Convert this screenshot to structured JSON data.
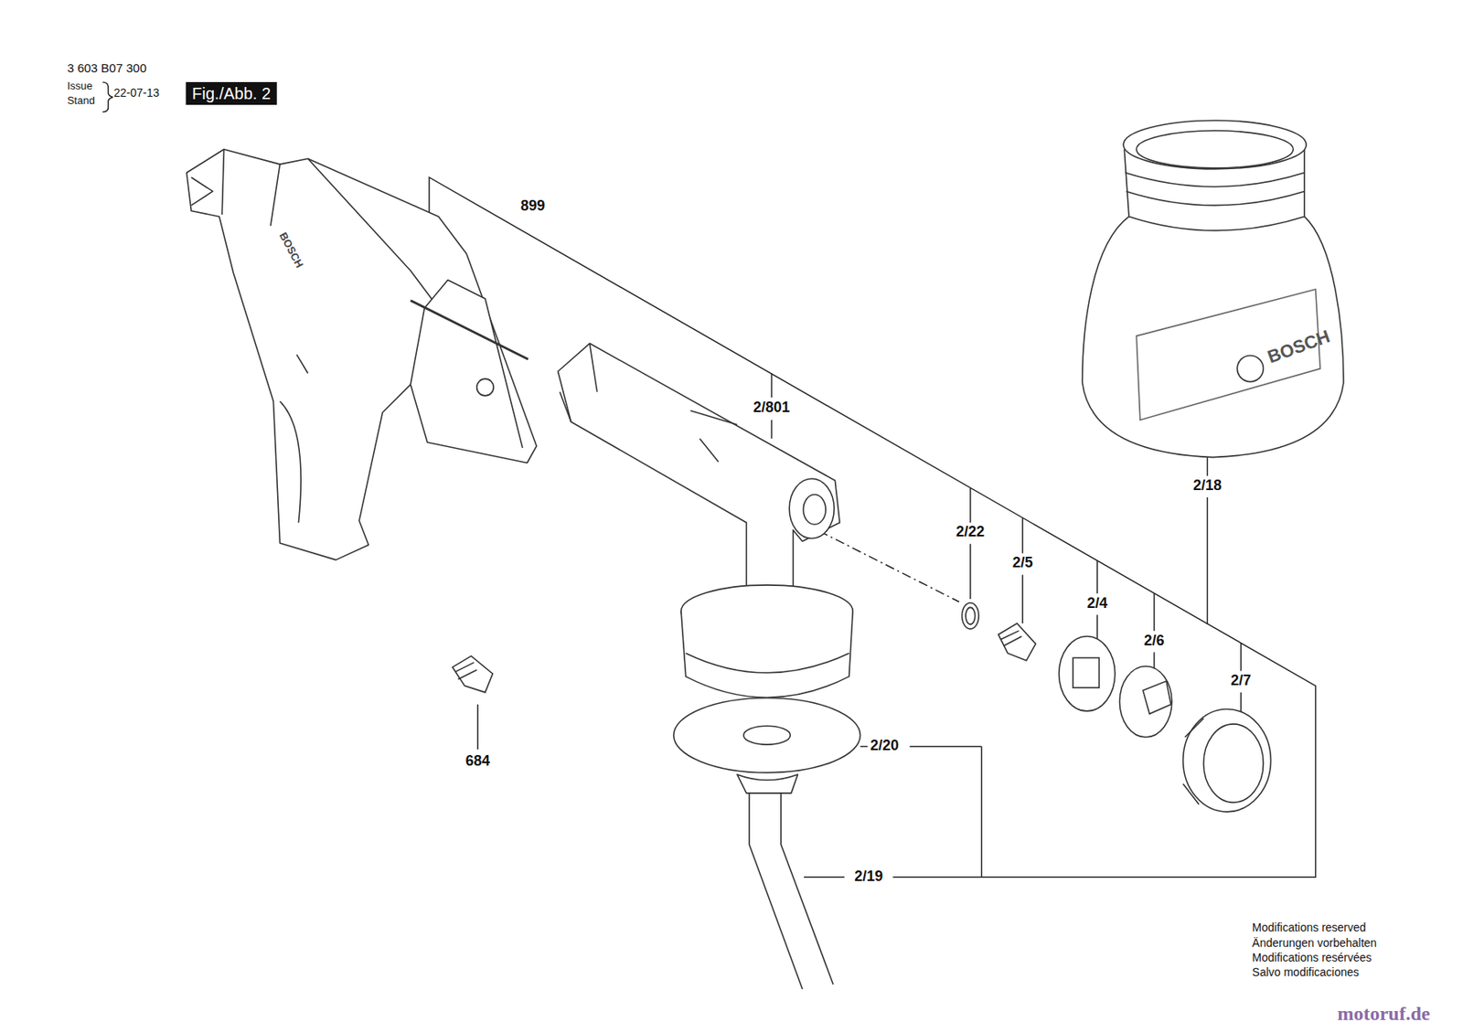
{
  "diagram": {
    "labels": [
      "3 603 B07 300",
      "Issue",
      "Stand",
      "22-07-13",
      "Fig./Abb. 2",
      "899",
      "2/801",
      "2/22",
      "2/5",
      "2/4",
      "2/6",
      "2/7",
      "2/18",
      "2/20",
      "2/19",
      "684",
      "Modifications reserved",
      "Änderungen vorbehalten",
      "Modifications resérvées",
      "Salvo modificaciones",
      "BOSCH",
      "BOSCH",
      "motoruf.de"
    ]
  }
}
